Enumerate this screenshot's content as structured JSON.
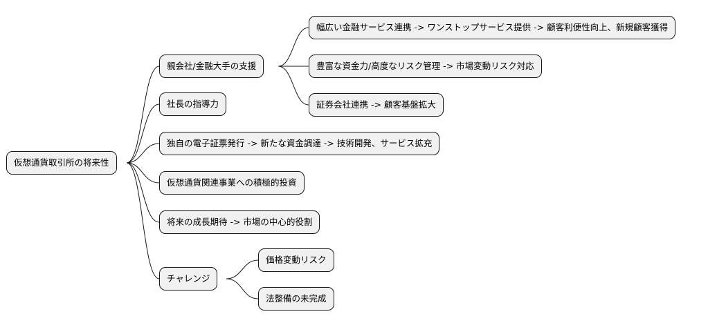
{
  "mindmap": {
    "root": "仮想通貨取引所の将来性",
    "branches": [
      {
        "label": "親会社/金融大手の支援",
        "children": [
          "幅広い金融サービス連携 -> ワンストップサービス提供 -> 顧客利便性向上、新規顧客獲得",
          "豊富な資金力/高度なリスク管理 -> 市場変動リスク対応",
          "証券会社連携 -> 顧客基盤拡大"
        ]
      },
      {
        "label": "社長の指導力",
        "children": []
      },
      {
        "label": "独自の電子証票発行 -> 新たな資金調達 -> 技術開発、サービス拡充",
        "children": []
      },
      {
        "label": "仮想通貨関連事業への積極的投資",
        "children": []
      },
      {
        "label": "将来の成長期待 -> 市場の中心的役割",
        "children": []
      },
      {
        "label": "チャレンジ",
        "children": [
          "価格変動リスク",
          "法整備の未完成"
        ]
      }
    ]
  }
}
